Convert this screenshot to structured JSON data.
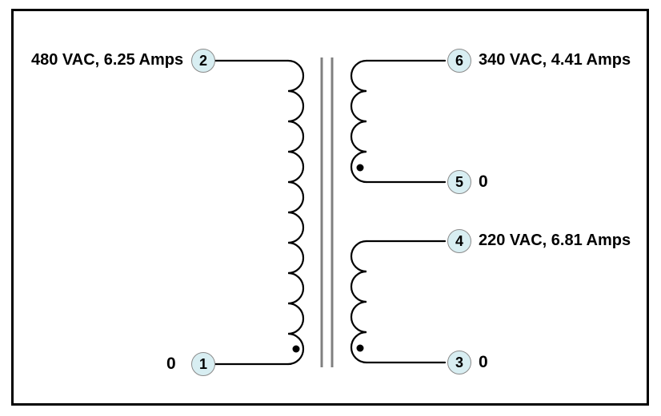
{
  "diagram": {
    "title": "Three-winding transformer schematic",
    "frame_color": "#000000",
    "background": "#ffffff",
    "core_color": "#808080",
    "wire_color": "#000000",
    "terminal_fill": "#d8eef2",
    "terminal_stroke": "#8a8a8a"
  },
  "windings": {
    "primary": {
      "name": "primary-winding",
      "turns": 10,
      "bump_direction": "right",
      "polarity_dot": "bottom"
    },
    "secondary_top": {
      "name": "secondary-winding-top",
      "turns": 4,
      "bump_direction": "left",
      "polarity_dot": "bottom"
    },
    "secondary_bottom": {
      "name": "secondary-winding-bottom",
      "turns": 4,
      "bump_direction": "left",
      "polarity_dot": "bottom"
    }
  },
  "terminals": [
    {
      "id": "terminal-1",
      "number": "1",
      "side": "left",
      "label": "0",
      "label_position": "left"
    },
    {
      "id": "terminal-2",
      "number": "2",
      "side": "left",
      "label": "480 VAC,  6.25 Amps",
      "label_position": "left"
    },
    {
      "id": "terminal-3",
      "number": "3",
      "side": "right",
      "label": "0",
      "label_position": "right"
    },
    {
      "id": "terminal-4",
      "number": "4",
      "side": "right",
      "label": "220 VAC, 6.81 Amps",
      "label_position": "right"
    },
    {
      "id": "terminal-5",
      "number": "5",
      "side": "right",
      "label": "0",
      "label_position": "right"
    },
    {
      "id": "terminal-6",
      "number": "6",
      "side": "right",
      "label": "340 VAC, 4.41 Amps",
      "label_position": "right"
    }
  ],
  "labels": {
    "primary_top": "480 VAC,  6.25 Amps",
    "primary_bottom": "0",
    "secondary_top_high": "340 VAC, 4.41 Amps",
    "secondary_top_low": "0",
    "secondary_bottom_high": "220 VAC, 6.81 Amps",
    "secondary_bottom_low": "0"
  },
  "terminal_numbers": {
    "t1": "1",
    "t2": "2",
    "t3": "3",
    "t4": "4",
    "t5": "5",
    "t6": "6"
  }
}
